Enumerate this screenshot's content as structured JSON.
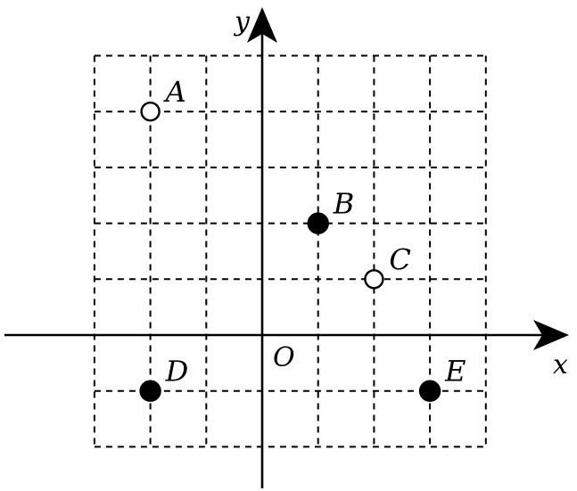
{
  "diagram": {
    "axes": {
      "x_label": "x",
      "y_label": "y",
      "origin_label": "O"
    },
    "grid": {
      "x_range": [
        -3,
        4
      ],
      "y_range": [
        -2,
        5
      ],
      "style": "dashed"
    },
    "points": [
      {
        "id": "A",
        "label": "A",
        "x": -2,
        "y": 4,
        "filled": false
      },
      {
        "id": "B",
        "label": "B",
        "x": 1,
        "y": 2,
        "filled": true
      },
      {
        "id": "C",
        "label": "C",
        "x": 2,
        "y": 1,
        "filled": false
      },
      {
        "id": "D",
        "label": "D",
        "x": -2,
        "y": -1,
        "filled": true
      },
      {
        "id": "E",
        "label": "E",
        "x": 3,
        "y": -1,
        "filled": true
      }
    ]
  }
}
